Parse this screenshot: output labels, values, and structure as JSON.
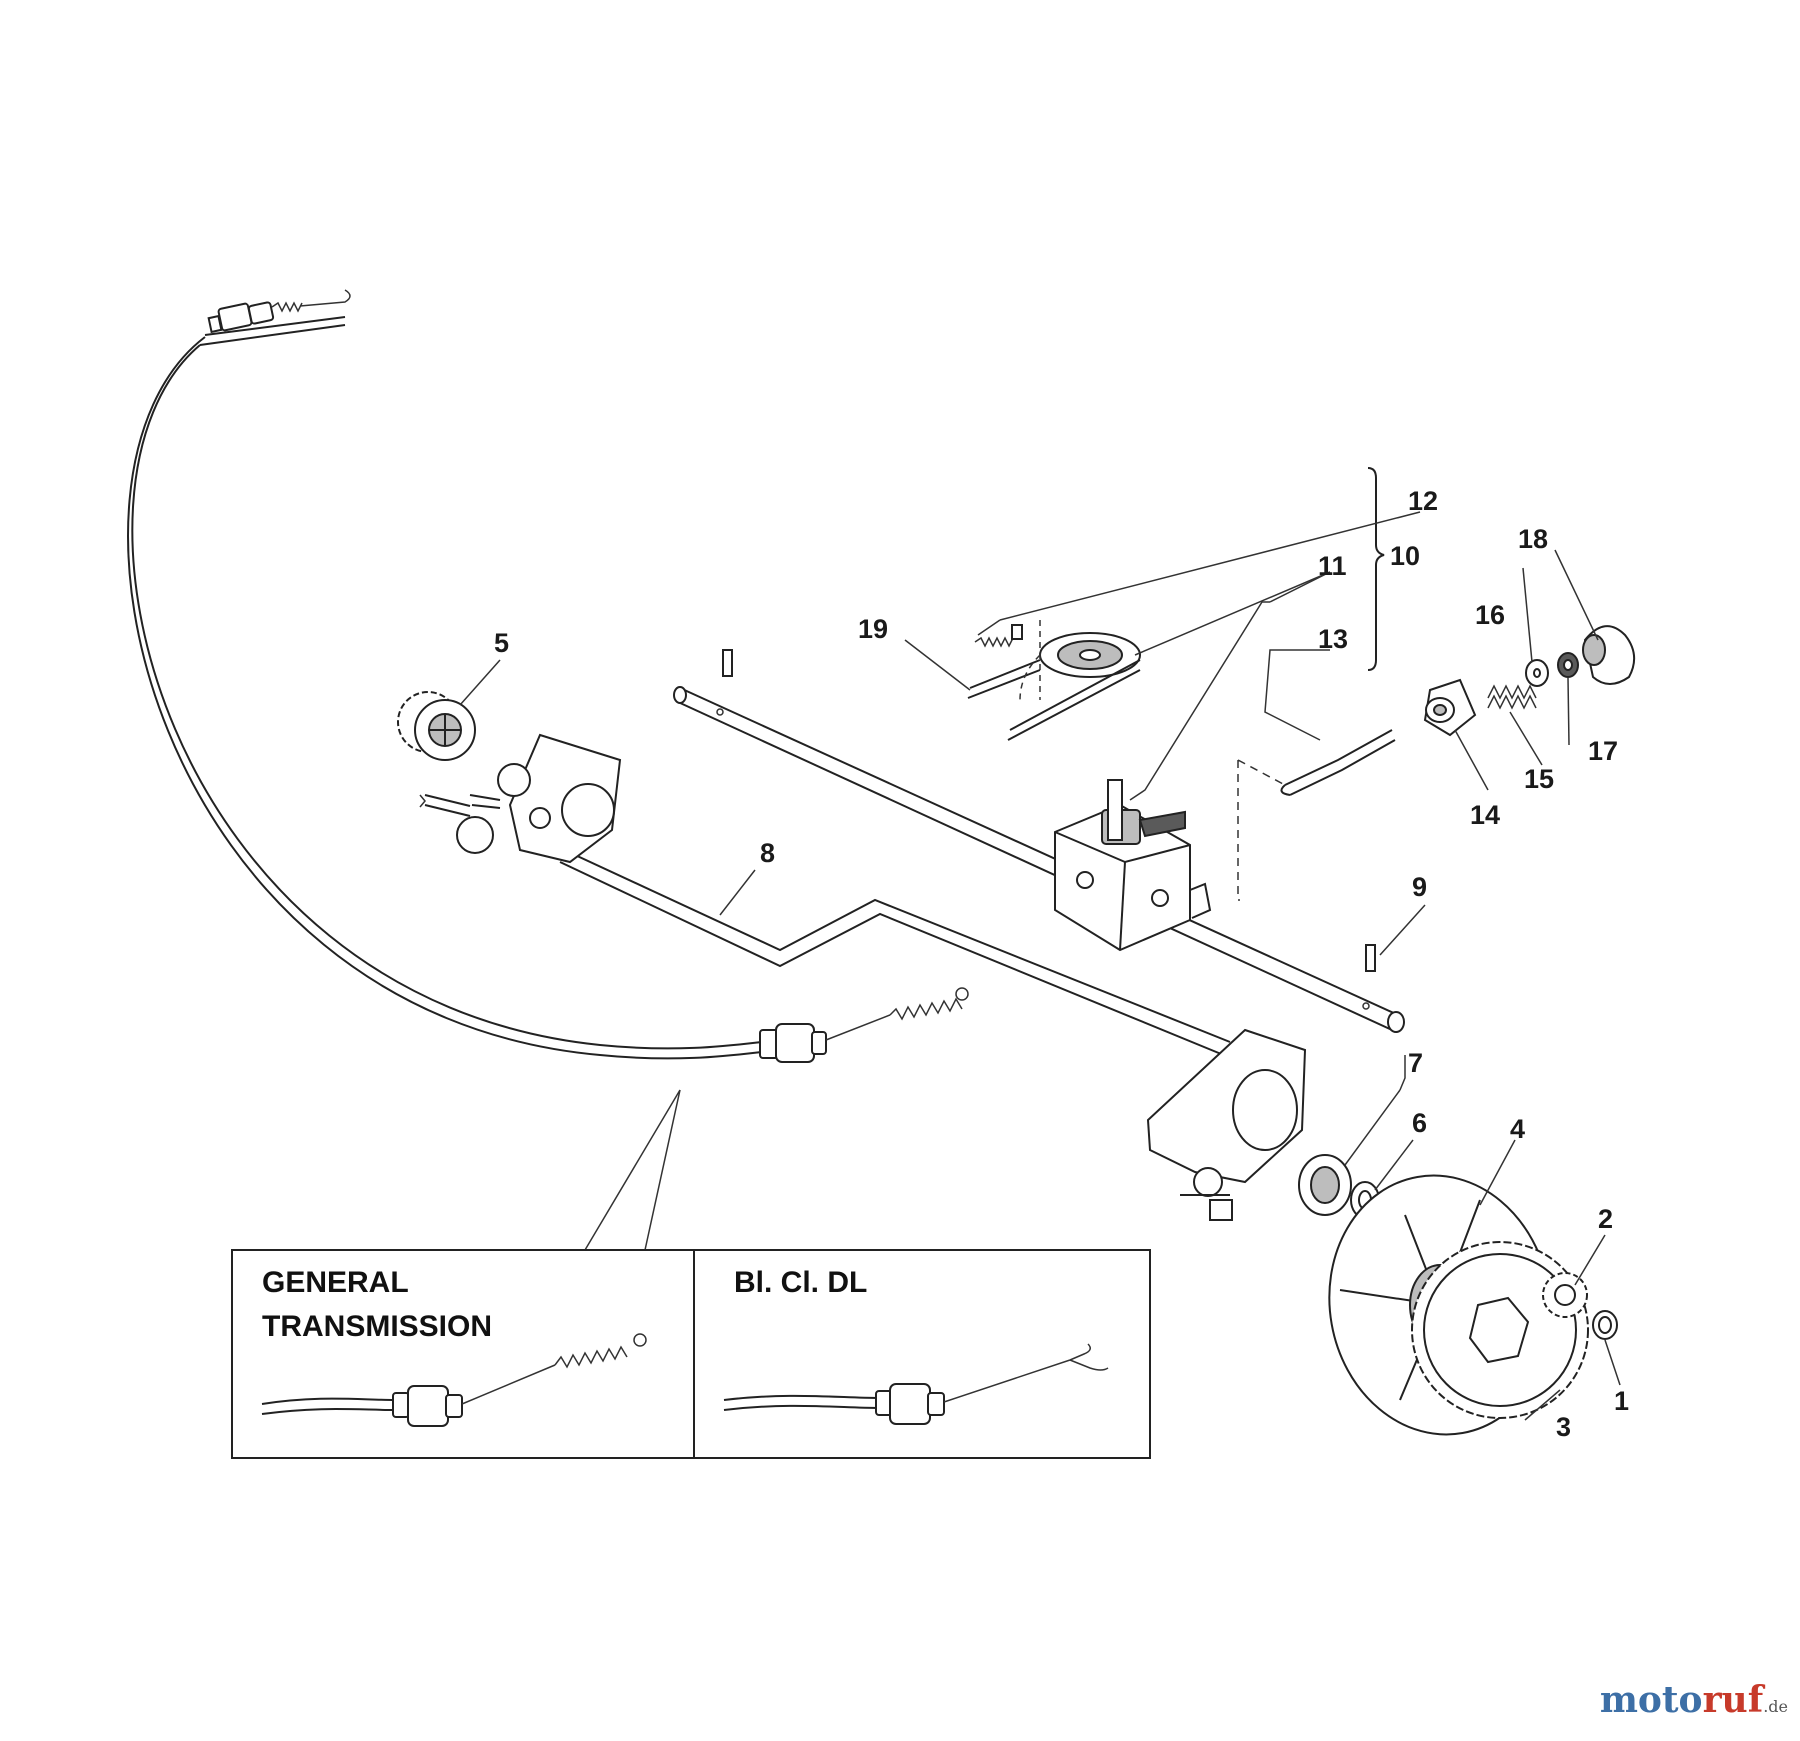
{
  "part_labels": {
    "p1": "1",
    "p2": "2",
    "p3": "3",
    "p4": "4",
    "p5": "5",
    "p6": "6",
    "p7": "7",
    "p8": "8",
    "p9": "9",
    "p10": "10",
    "p11": "11",
    "p12": "12",
    "p13": "13",
    "p14": "14",
    "p15": "15",
    "p16": "16",
    "p17": "17",
    "p18": "18",
    "p19": "19"
  },
  "inset": {
    "left_title_line1": "GENERAL",
    "left_title_line2": "TRANSMISSION",
    "right_title": "Bl. Cl. DL"
  },
  "watermark": {
    "part1": "moto",
    "part2": "ruf",
    "part3": ".de"
  },
  "colors": {
    "line": "#222222",
    "watermark_blue": "#3d6fa6",
    "watermark_red": "#c73a2a"
  }
}
